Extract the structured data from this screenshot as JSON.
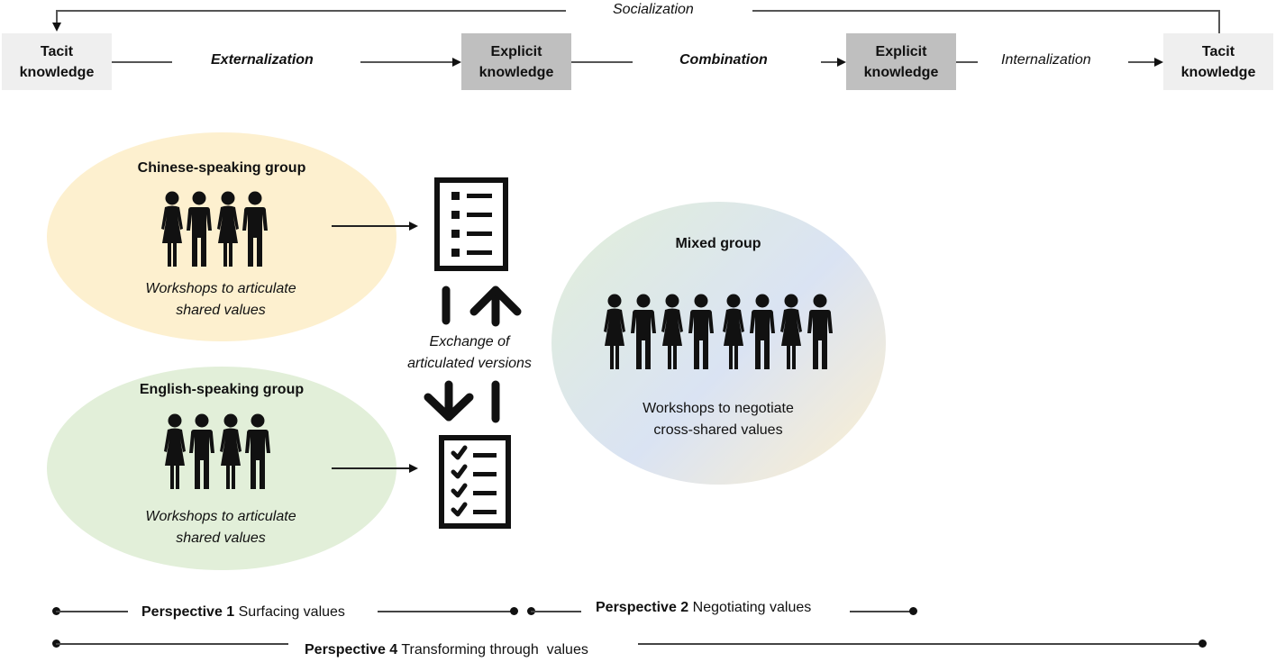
{
  "top_flow": {
    "socialization_label": "Socialization",
    "boxes": [
      {
        "kind": "tacit",
        "line1": "Tacit",
        "line2": "knowledge"
      },
      {
        "kind": "explicit",
        "line1": "Explicit",
        "line2": "knowledge"
      },
      {
        "kind": "explicit",
        "line1": "Explicit",
        "line2": "knowledge"
      },
      {
        "kind": "tacit",
        "line1": "Tacit",
        "line2": "knowledge"
      }
    ],
    "processes": [
      {
        "label": "Externalization",
        "style": "bold-italic"
      },
      {
        "label": "Combination",
        "style": "bold-italic"
      },
      {
        "label": "Internalization",
        "style": "italic"
      }
    ]
  },
  "groups": {
    "chinese": {
      "title": "Chinese-speaking group",
      "desc_line1": "Workshops to articulate",
      "desc_line2": "shared values",
      "people_count": 4,
      "color": "#fdf0cf"
    },
    "english": {
      "title": "English-speaking group",
      "desc_line1": "Workshops to articulate",
      "desc_line2": "shared values",
      "people_count": 4,
      "color": "#e2efd9"
    },
    "mixed": {
      "title": "Mixed group",
      "desc_line1": "Workshops to negotiate",
      "desc_line2": "cross-shared values",
      "people_count": 8,
      "colors": [
        "#e2efd9",
        "#dae3f3",
        "#fdf0cf"
      ]
    }
  },
  "exchange": {
    "line1": "Exchange of",
    "line2": "articulated versions",
    "documents": [
      {
        "icon": "bulleted-list-document-icon"
      },
      {
        "icon": "checklist-document-icon"
      }
    ]
  },
  "perspectives": [
    {
      "bold": "Perspective 1",
      "text": " Surfacing values"
    },
    {
      "bold": "Perspective 2",
      "text": " Negotiating values"
    },
    {
      "bold": "Perspective 4",
      "text": " Transforming through  values"
    }
  ]
}
